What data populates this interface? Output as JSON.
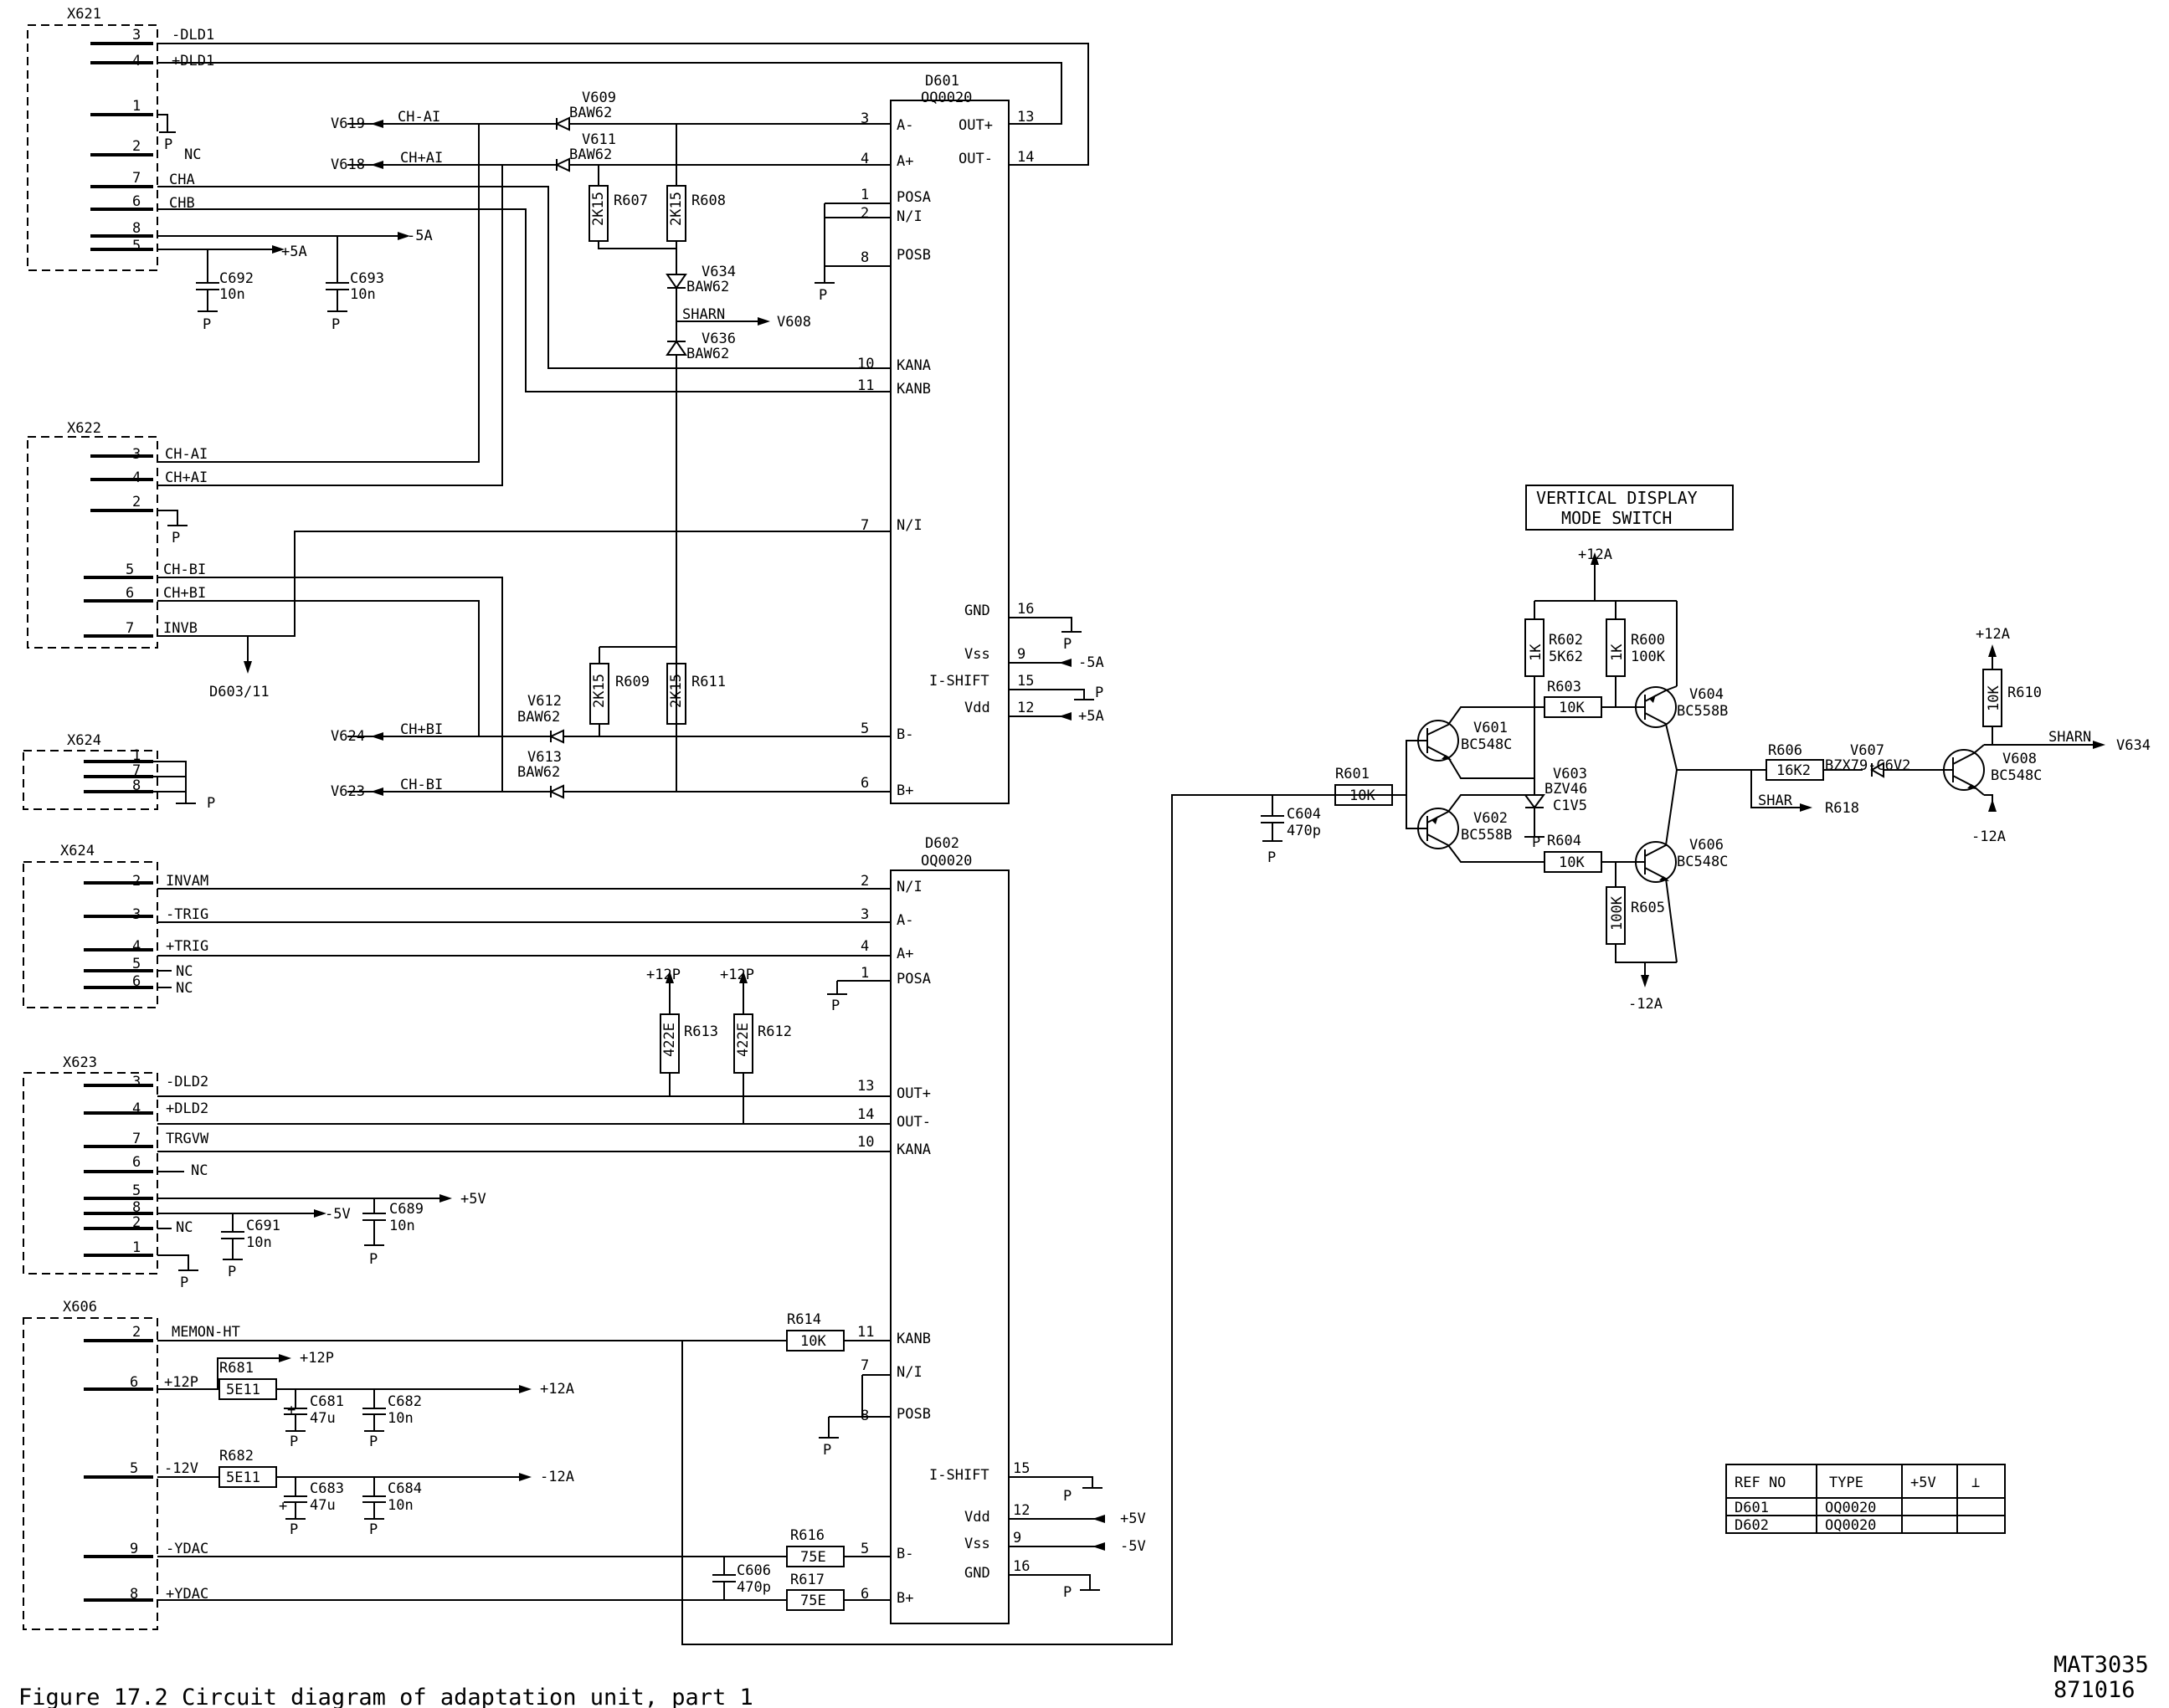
{
  "figure": {
    "caption": "Figure 17.2 Circuit diagram of adaptation unit, part 1",
    "code": "MAT3035",
    "date": "871016"
  },
  "connectors": {
    "x621": {
      "name": "X621",
      "pins": [
        {
          "num": "3",
          "label": "-DLD1"
        },
        {
          "num": "4",
          "label": "+DLD1"
        },
        {
          "num": "1",
          "label": ""
        },
        {
          "num": "2",
          "label": "NC"
        },
        {
          "num": "7",
          "label": "CHA"
        },
        {
          "num": "6",
          "label": "CHB"
        },
        {
          "num": "8",
          "label": ""
        },
        {
          "num": "5",
          "label": ""
        }
      ]
    },
    "x622": {
      "name": "X622",
      "pins": [
        {
          "num": "3",
          "label": "CH-AI"
        },
        {
          "num": "4",
          "label": "CH+AI"
        },
        {
          "num": "2",
          "label": ""
        },
        {
          "num": "5",
          "label": "CH-BI"
        },
        {
          "num": "6",
          "label": "CH+BI"
        },
        {
          "num": "7",
          "label": "INVB"
        }
      ]
    },
    "x624a": {
      "name": "X624",
      "pins": [
        {
          "num": "1"
        },
        {
          "num": "7"
        },
        {
          "num": "8"
        }
      ]
    },
    "x624b": {
      "name": "X624",
      "pins": [
        {
          "num": "2",
          "label": "INVAM"
        },
        {
          "num": "3",
          "label": "-TRIG"
        },
        {
          "num": "4",
          "label": "+TRIG"
        },
        {
          "num": "5",
          "label": "NC"
        },
        {
          "num": "6",
          "label": "NC"
        }
      ]
    },
    "x623": {
      "name": "X623",
      "pins": [
        {
          "num": "3",
          "label": "-DLD2"
        },
        {
          "num": "4",
          "label": "+DLD2"
        },
        {
          "num": "7",
          "label": "TRGVW"
        },
        {
          "num": "6",
          "label": "NC"
        },
        {
          "num": "5",
          "label": ""
        },
        {
          "num": "8",
          "label": ""
        },
        {
          "num": "2",
          "label": "NC"
        },
        {
          "num": "1",
          "label": ""
        }
      ]
    },
    "x606": {
      "name": "X606",
      "pins": [
        {
          "num": "2",
          "label": "MEMON-HT"
        },
        {
          "num": "6",
          "label": "+12P"
        },
        {
          "num": "5",
          "label": "-12V"
        },
        {
          "num": "9",
          "label": "-YDAC"
        },
        {
          "num": "8",
          "label": "+YDAC"
        }
      ]
    }
  },
  "ics": {
    "d601": {
      "ref": "D601",
      "type": "OQ0020",
      "left_pins": [
        {
          "num": "3",
          "name": "A-"
        },
        {
          "num": "4",
          "name": "A+"
        },
        {
          "num": "1",
          "name": "POSA"
        },
        {
          "num": "2",
          "name": "N/I"
        },
        {
          "num": "8",
          "name": "POSB"
        },
        {
          "num": "10",
          "name": "KANA"
        },
        {
          "num": "11",
          "name": "KANB"
        },
        {
          "num": "7",
          "name": "N/I"
        },
        {
          "num": "5",
          "name": "B-"
        },
        {
          "num": "6",
          "name": "B+"
        }
      ],
      "right_pins": [
        {
          "num": "13",
          "name": "OUT+"
        },
        {
          "num": "14",
          "name": "OUT-"
        },
        {
          "num": "16",
          "name": "GND"
        },
        {
          "num": "9",
          "name": "Vss"
        },
        {
          "num": "15",
          "name": "I-SHIFT"
        },
        {
          "num": "12",
          "name": "Vdd"
        }
      ]
    },
    "d602": {
      "ref": "D602",
      "type": "OQ0020",
      "left_pins": [
        {
          "num": "2",
          "name": "N/I"
        },
        {
          "num": "3",
          "name": "A-"
        },
        {
          "num": "4",
          "name": "A+"
        },
        {
          "num": "1",
          "name": "POSA"
        },
        {
          "num": "13",
          "name": "OUT+"
        },
        {
          "num": "14",
          "name": "OUT-"
        },
        {
          "num": "10",
          "name": "KANA"
        },
        {
          "num": "11",
          "name": "KANB"
        },
        {
          "num": "7",
          "name": "N/I"
        },
        {
          "num": "8",
          "name": "POSB"
        },
        {
          "num": "5",
          "name": "B-"
        },
        {
          "num": "6",
          "name": "B+"
        }
      ],
      "right_pins": [
        {
          "num": "15",
          "name": "I-SHIFT"
        },
        {
          "num": "12",
          "name": "Vdd"
        },
        {
          "num": "9",
          "name": "Vss"
        },
        {
          "num": "16",
          "name": "GND"
        }
      ]
    }
  },
  "signals": {
    "v619": "V619",
    "v618": "V618",
    "ch_ai_m": "CH-AI",
    "ch_ai_p": "CH+AI",
    "v624": "V624",
    "v623": "V623",
    "ch_bi_p": "CH+BI",
    "ch_bi_m": "CH-BI",
    "d603": "D603/11",
    "v608": "V608",
    "sharn": "SHARN",
    "sharn2": "SHARN",
    "shar": "SHAR",
    "v634": "V634",
    "r618": "R618",
    "p": "P",
    "p5a": "+5A",
    "m5a": "-5A",
    "p12a": "+12A",
    "m12a": "-12A",
    "p12p": "+12P",
    "p5v": "+5V",
    "m5v": "-5V",
    "m5a2": "-5A",
    "p5a2": "+5A",
    "m12a2": "-12A",
    "p12a2": "+12A",
    "m12a3": "-12A",
    "p12a3": "+12A"
  },
  "components": {
    "v609": {
      "ref": "V609",
      "val": "BAW62"
    },
    "v611": {
      "ref": "V611",
      "val": "BAW62"
    },
    "v634": {
      "ref": "V634",
      "val": "BAW62"
    },
    "v636": {
      "ref": "V636",
      "val": "BAW62"
    },
    "v612": {
      "ref": "V612",
      "val": "BAW62"
    },
    "v613": {
      "ref": "V613",
      "val": "BAW62"
    },
    "r607": {
      "ref": "R607",
      "val": "2K15"
    },
    "r608": {
      "ref": "R608",
      "val": "2K15"
    },
    "r609": {
      "ref": "R609",
      "val": "2K15"
    },
    "r611": {
      "ref": "R611",
      "val": "2K15"
    },
    "c692": {
      "ref": "C692",
      "val": "10n"
    },
    "c693": {
      "ref": "C693",
      "val": "10n"
    },
    "r613": {
      "ref": "R613",
      "val": "422E"
    },
    "r612": {
      "ref": "R612",
      "val": "422E"
    },
    "c691": {
      "ref": "C691",
      "val": "10n"
    },
    "c689": {
      "ref": "C689",
      "val": "10n"
    },
    "r614": {
      "ref": "R614",
      "val": "10K"
    },
    "r681": {
      "ref": "R681",
      "val": "5E11"
    },
    "r682": {
      "ref": "R682",
      "val": "5E11"
    },
    "c681": {
      "ref": "C681",
      "val": "47u"
    },
    "c682": {
      "ref": "C682",
      "val": "10n"
    },
    "c683": {
      "ref": "C683",
      "val": "47u"
    },
    "c684": {
      "ref": "C684",
      "val": "10n"
    },
    "r616": {
      "ref": "R616",
      "val": "75E"
    },
    "r617": {
      "ref": "R617",
      "val": "75E"
    },
    "c606": {
      "ref": "C606",
      "val": "470p"
    },
    "r601": {
      "ref": "R601",
      "val": "10K"
    },
    "c604": {
      "ref": "C604",
      "val": "470p"
    },
    "r602": {
      "ref": "R602",
      "val": "5K62",
      "body": "1K"
    },
    "r600": {
      "ref": "R600",
      "val": "100K",
      "body": "1K"
    },
    "r603": {
      "ref": "R603",
      "val": "10K"
    },
    "r604": {
      "ref": "R604",
      "val": "10K"
    },
    "r605": {
      "ref": "R605",
      "val": "100K"
    },
    "r606": {
      "ref": "R606",
      "val": "16K2"
    },
    "r610": {
      "ref": "R610",
      "val": "10K"
    },
    "v601": {
      "ref": "V601",
      "val": "BC548C"
    },
    "v602": {
      "ref": "V602",
      "val": "BC558B"
    },
    "v604": {
      "ref": "V604",
      "val": "BC558B"
    },
    "v606": {
      "ref": "V606",
      "val": "BC548C"
    },
    "v603": {
      "ref": "V603",
      "val": "BZV46",
      "val2": "C1V5"
    },
    "v607": {
      "ref": "V607",
      "val": "BZX79-C6V2"
    },
    "v608": {
      "ref": "V608",
      "val": "BC548C"
    }
  },
  "mode_switch": {
    "line1": "VERTICAL DISPLAY",
    "line2": "MODE SWITCH"
  },
  "ref_table": {
    "headers": [
      "REF NO",
      "TYPE",
      "+5V",
      "⊥"
    ],
    "rows": [
      [
        "D601",
        "OQ0020",
        "",
        ""
      ],
      [
        "D602",
        "OQ0020",
        "",
        ""
      ]
    ]
  }
}
